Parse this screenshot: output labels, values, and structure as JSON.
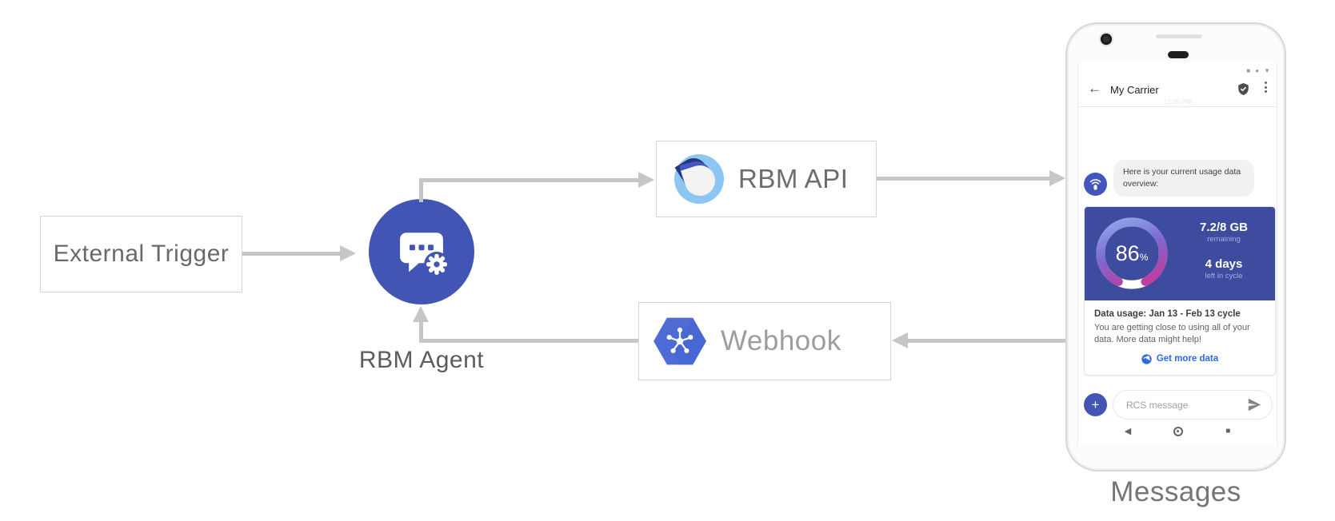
{
  "colors": {
    "node_indigo": "#4355b4",
    "card_indigo": "#3d4c9e",
    "connector_gray": "#c6c6c6",
    "link_blue": "#2b6be8",
    "gauge_magenta": "#d42e8d",
    "gauge_blue": "#8fb4ee"
  },
  "diagram": {
    "external_trigger_label": "External Trigger",
    "rbm_agent_label": "RBM Agent",
    "rbm_api_label": "RBM API",
    "webhook_label": "Webhook",
    "phone_caption": "Messages"
  },
  "icons": {
    "agent": "chat-bubble-gear-icon",
    "rbm_api": "messages-teardrop-logo",
    "webhook": "cloud-hexagon-network-icon",
    "avatar": "broadcast-antenna-icon",
    "header_left": "back-arrow-icon",
    "header_right": [
      "verified-shield-icon",
      "kebab-menu-icon"
    ],
    "link": "globe-icon",
    "compose": [
      "plus-icon",
      "send-icon"
    ],
    "navigation": [
      "back-triangle-icon",
      "home-circle-icon",
      "recents-square-icon"
    ]
  },
  "phone": {
    "status_icons": [
      "■",
      "●",
      "▼"
    ],
    "header": {
      "back_glyph": "←",
      "title": "My Carrier",
      "timestamp": "12:30 PM"
    },
    "chat": {
      "bubble_text": "Here is your current usage data overview:",
      "card": {
        "gauge_value": "86",
        "gauge_unit": "%",
        "remaining_value": "7.2/8 GB",
        "remaining_label": "remaining",
        "cycle_value": "4 days",
        "cycle_label": "left in cycle",
        "title": "Data usage: Jan 13 - Feb 13 cycle",
        "body": "You are getting close to using all of your data. More data might help!",
        "link_label": "Get more data"
      }
    },
    "compose": {
      "plus_glyph": "+",
      "placeholder": "RCS message"
    },
    "nav": {
      "back_glyph": "◀",
      "recents_glyph": "■"
    }
  }
}
